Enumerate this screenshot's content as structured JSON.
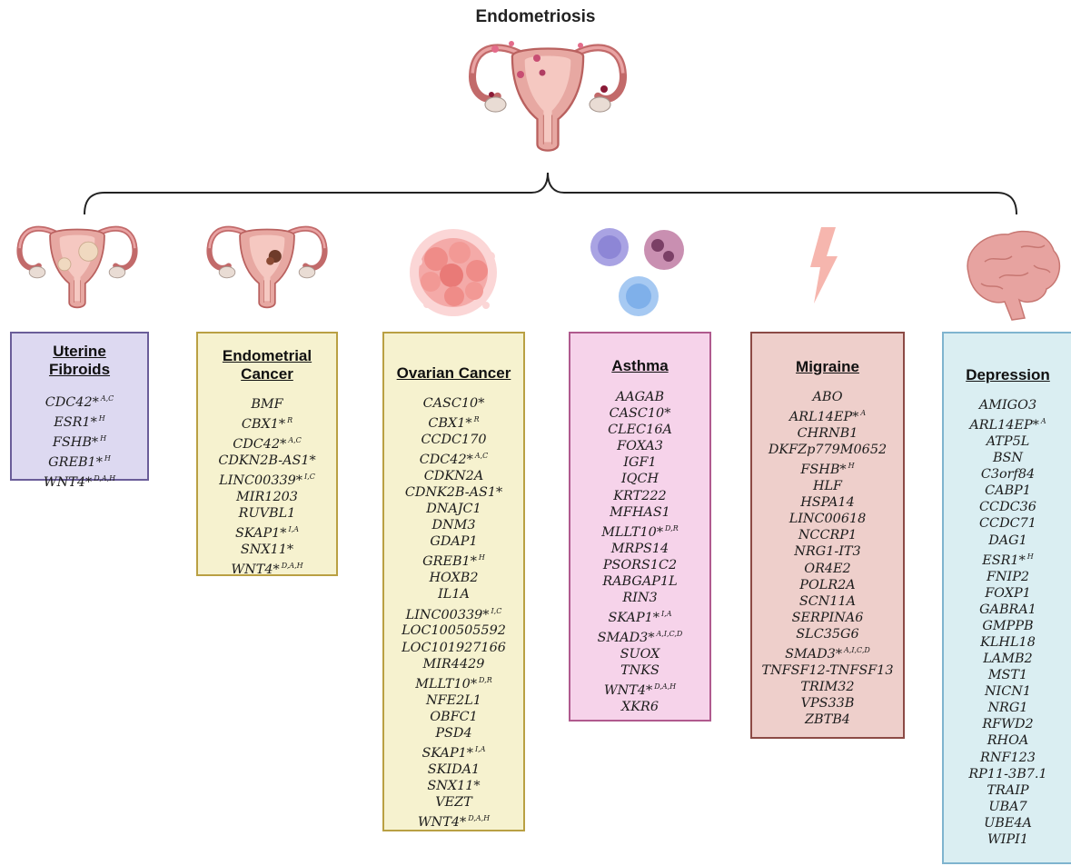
{
  "title": "Endometriosis",
  "conditions": [
    {
      "name": [
        "Uterine",
        "Fibroids"
      ],
      "icon": "uterus-fibroid-icon",
      "accent": "#6a5d99",
      "fill": "#ddd9f1",
      "genes": [
        [
          "CDC42*",
          "A,C"
        ],
        [
          "ESR1*",
          "H"
        ],
        [
          "FSHB*",
          "H"
        ],
        [
          "GREB1*",
          "H"
        ],
        [
          "WNT4*",
          "D,A,H"
        ]
      ]
    },
    {
      "name": [
        "Endometrial",
        "Cancer"
      ],
      "icon": "uterus-tumor-icon",
      "accent": "#b9a043",
      "fill": "#f6f2cf",
      "genes": [
        [
          "BMF",
          ""
        ],
        [
          "CBX1*",
          "R"
        ],
        [
          "CDC42*",
          "A,C"
        ],
        [
          "CDKN2B-AS1*",
          ""
        ],
        [
          "LINC00339*",
          "I,C"
        ],
        [
          "MIR1203",
          ""
        ],
        [
          "RUVBL1",
          ""
        ],
        [
          "SKAP1*",
          "I,A"
        ],
        [
          "SNX11*",
          ""
        ],
        [
          "WNT4*",
          "D,A,H"
        ]
      ]
    },
    {
      "name": [
        "Ovarian Cancer"
      ],
      "icon": "cancer-cell-cluster-icon",
      "accent": "#b9a043",
      "fill": "#f6f2cf",
      "genes": [
        [
          "CASC10*",
          ""
        ],
        [
          "CBX1*",
          "R"
        ],
        [
          "CCDC170",
          ""
        ],
        [
          "CDC42*",
          "A,C"
        ],
        [
          "CDKN2A",
          ""
        ],
        [
          "CDNK2B-AS1*",
          ""
        ],
        [
          "DNAJC1",
          ""
        ],
        [
          "DNM3",
          ""
        ],
        [
          "GDAP1",
          ""
        ],
        [
          "GREB1*",
          "H"
        ],
        [
          "HOXB2",
          ""
        ],
        [
          "IL1A",
          ""
        ],
        [
          "LINC00339*",
          "I,C"
        ],
        [
          "LOC100505592",
          ""
        ],
        [
          "LOC101927166",
          ""
        ],
        [
          "MIR4429",
          ""
        ],
        [
          "MLLT10*",
          "D,R"
        ],
        [
          "NFE2L1",
          ""
        ],
        [
          "OBFC1",
          ""
        ],
        [
          "PSD4",
          ""
        ],
        [
          "SKAP1*",
          "I,A"
        ],
        [
          "SKIDA1",
          ""
        ],
        [
          "SNX11*",
          ""
        ],
        [
          "VEZT",
          ""
        ],
        [
          "WNT4*",
          "D,A,H"
        ]
      ]
    },
    {
      "name": [
        "Asthma"
      ],
      "icon": "immune-cells-icon",
      "accent": "#b05a8e",
      "fill": "#f6d3ea",
      "genes": [
        [
          "AAGAB",
          ""
        ],
        [
          "CASC10*",
          ""
        ],
        [
          "CLEC16A",
          ""
        ],
        [
          "FOXA3",
          ""
        ],
        [
          "IGF1",
          ""
        ],
        [
          "IQCH",
          ""
        ],
        [
          "KRT222",
          ""
        ],
        [
          "MFHAS1",
          ""
        ],
        [
          "MLLT10*",
          "D,R"
        ],
        [
          "MRPS14",
          ""
        ],
        [
          "PSORS1C2",
          ""
        ],
        [
          "RABGAP1L",
          ""
        ],
        [
          "RIN3",
          ""
        ],
        [
          "SKAP1*",
          "I,A"
        ],
        [
          "SMAD3*",
          "A,I,C,D"
        ],
        [
          "SUOX",
          ""
        ],
        [
          "TNKS",
          ""
        ],
        [
          "WNT4*",
          "D,A,H"
        ],
        [
          "XKR6",
          ""
        ]
      ]
    },
    {
      "name": [
        "Migraine"
      ],
      "icon": "lightning-bolt-icon",
      "accent": "#8c4a45",
      "fill": "#eecfcb",
      "genes": [
        [
          "ABO",
          ""
        ],
        [
          "ARL14EP*",
          "A"
        ],
        [
          "CHRNB1",
          ""
        ],
        [
          "DKFZp779M0652",
          ""
        ],
        [
          "FSHB*",
          "H"
        ],
        [
          "HLF",
          ""
        ],
        [
          "HSPA14",
          ""
        ],
        [
          "LINC00618",
          ""
        ],
        [
          "NCCRP1",
          ""
        ],
        [
          "NRG1-IT3",
          ""
        ],
        [
          "OR4E2",
          ""
        ],
        [
          "POLR2A",
          ""
        ],
        [
          "SCN11A",
          ""
        ],
        [
          "SERPINA6",
          ""
        ],
        [
          "SLC35G6",
          ""
        ],
        [
          "SMAD3*",
          "A,I,C,D"
        ],
        [
          "TNFSF12-TNFSF13",
          ""
        ],
        [
          "TRIM32",
          ""
        ],
        [
          "VPS33B",
          ""
        ],
        [
          "ZBTB4",
          ""
        ]
      ]
    },
    {
      "name": [
        "Depression"
      ],
      "icon": "brain-icon",
      "accent": "#7fb4cf",
      "fill": "#daeef2",
      "genes": [
        [
          "AMIGO3",
          ""
        ],
        [
          "ARL14EP*",
          "A"
        ],
        [
          "ATP5L",
          ""
        ],
        [
          "BSN",
          ""
        ],
        [
          "C3orf84",
          ""
        ],
        [
          "CABP1",
          ""
        ],
        [
          "CCDC36",
          ""
        ],
        [
          "CCDC71",
          ""
        ],
        [
          "DAG1",
          ""
        ],
        [
          "ESR1*",
          "H"
        ],
        [
          "FNIP2",
          ""
        ],
        [
          "FOXP1",
          ""
        ],
        [
          "GABRA1",
          ""
        ],
        [
          "GMPPB",
          ""
        ],
        [
          "KLHL18",
          ""
        ],
        [
          "LAMB2",
          ""
        ],
        [
          "MST1",
          ""
        ],
        [
          "NICN1",
          ""
        ],
        [
          "NRG1",
          ""
        ],
        [
          "RFWD2",
          ""
        ],
        [
          "RHOA",
          ""
        ],
        [
          "RNF123",
          ""
        ],
        [
          "RP11-3B7.1",
          ""
        ],
        [
          "TRAIP",
          ""
        ],
        [
          "UBA7",
          ""
        ],
        [
          "UBE4A",
          ""
        ],
        [
          "WIPI1",
          ""
        ]
      ]
    }
  ],
  "icons": {
    "top": "uterus-endometriosis-icon",
    "connector": "curly-brace-connector"
  }
}
